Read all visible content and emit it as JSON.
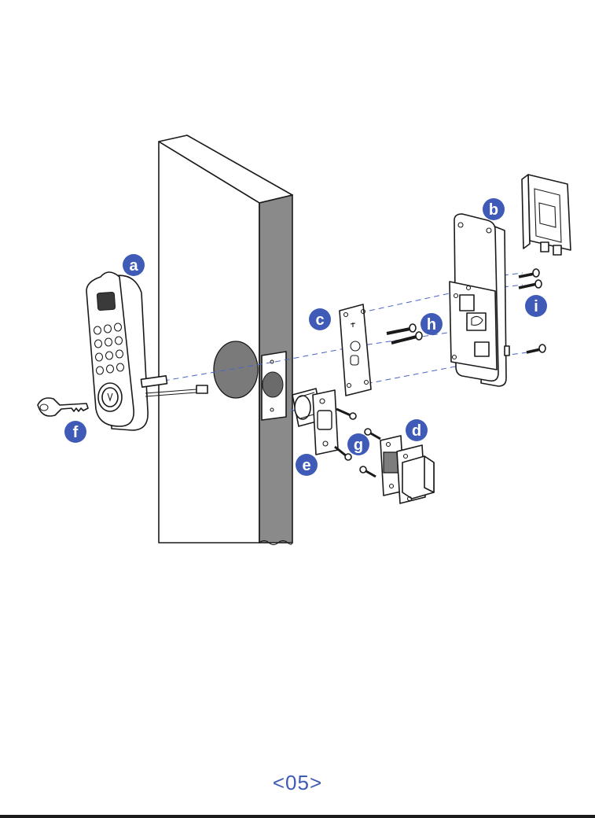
{
  "labels": {
    "a": "a",
    "b": "b",
    "c": "c",
    "d": "d",
    "e": "e",
    "f": "f",
    "g": "g",
    "h": "h",
    "i": "i"
  },
  "page_number": "<05>",
  "colors": {
    "accent": "#3f5bb7",
    "line": "#1a1a1a",
    "door_face": "#8a8a8a"
  }
}
